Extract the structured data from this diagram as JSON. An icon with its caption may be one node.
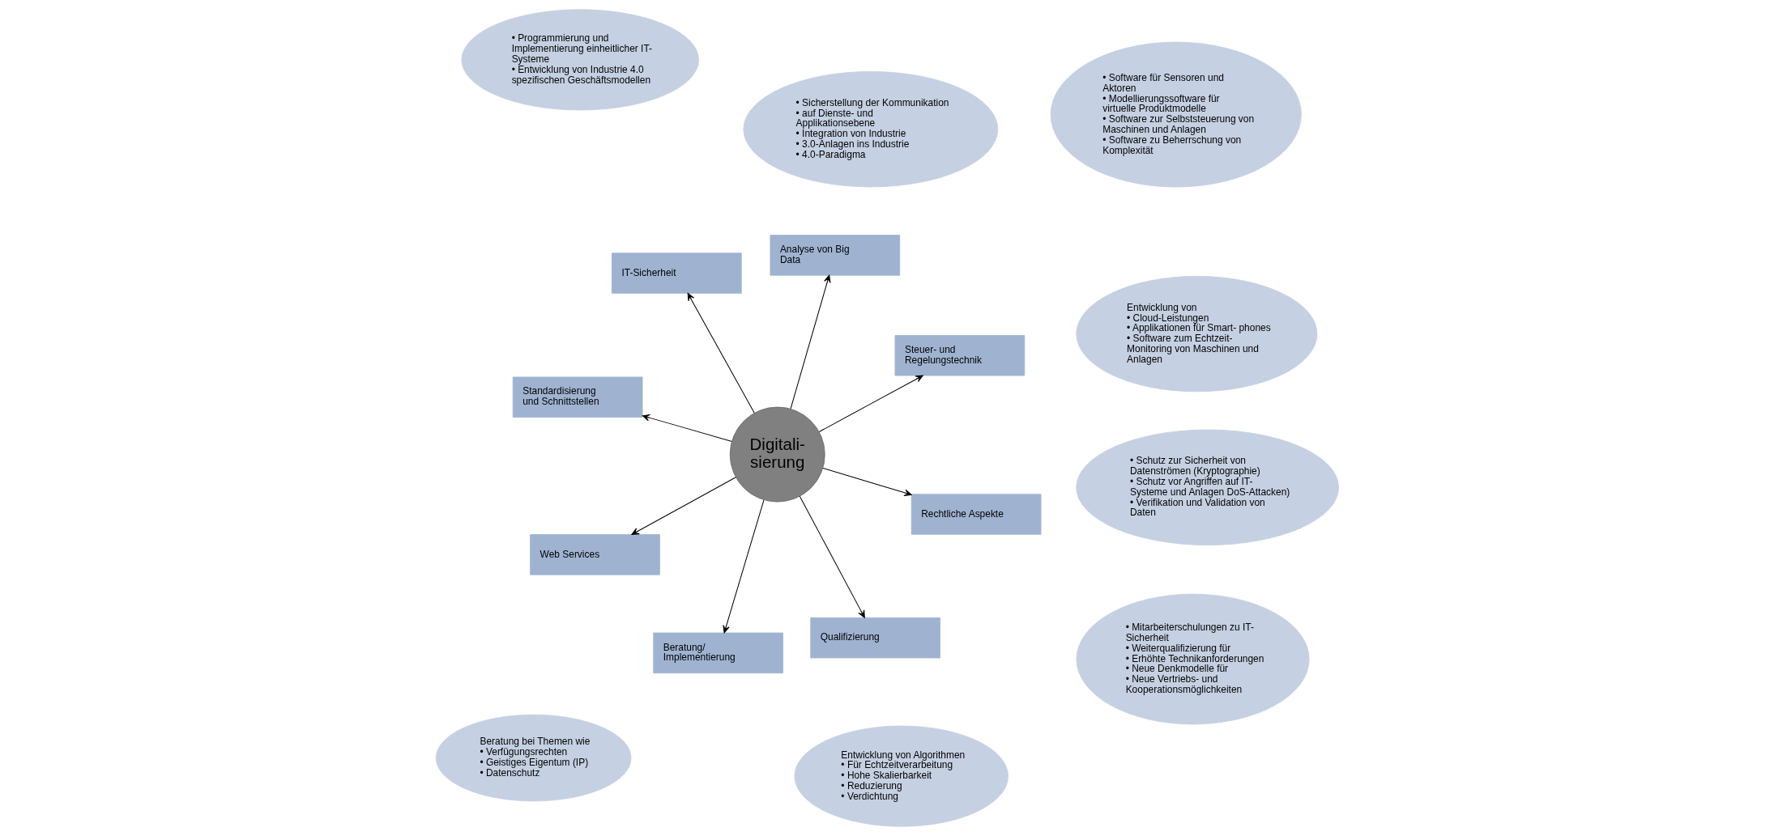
{
  "diagram": {
    "nodes": [
      {
        "text": [
          "• Software für Sensoren und Aktoren",
          "• Modellierungssoftware für virtuelle Produktmodelle",
          "• Software zur Selbststeuerung von Maschinen und Anlagen",
          "• Software zu Beherrschung von Komplexität"
        ]
      },
      {
        "text": [
          "• Sicherstellung der Kommunikation",
          "• auf Dienste- und Applikationsebene",
          "• Integration von Industrie",
          "• 3.0-Anlagen ins Industrie",
          "• 4.0-Paradigma"
        ]
      },
      {
        "text": [
          "• Mitarbeiterschulungen zu IT-Sicherheit",
          "• Weiterqualifizierung für",
          "• Erhöhte Technikanforderungen",
          "• Neue Denkmodelle für",
          "• Neue Vertriebs- und Kooperationsmöglichkeiten"
        ]
      },
      {
        "text": [
          "Standardisierung und Schnittstellen"
        ]
      },
      {
        "text": [
          "Steuer- und Regelungstechnik"
        ]
      },
      {
        "text": [
          "Qualifizierung"
        ]
      },
      {
        "text": [
          "Entwicklung von Algorithmen",
          "• Für Echtzeitverarbeitung",
          "• Hohe Skalierbarkeit",
          "• Reduzierung",
          "• Verdichtung"
        ]
      },
      {
        "text": [
          "• Schutz zur Sicherheit von Datenströmen (Kryptographie)",
          "• Schutz vor Angriffen auf IT-Systeme und Anlagen DoS-Attacken)",
          "• Verifikation und Validation von Daten"
        ]
      },
      {
        "text": [
          "Analyse von Big Data"
        ]
      },
      {
        "text": [
          "Digitali- sierung"
        ]
      },
      {
        "text": [
          "IT-Sicherheit"
        ]
      },
      {
        "text": [
          "Web Services"
        ]
      },
      {
        "text": [
          "Rechtliche Aspekte"
        ]
      },
      {
        "text": [
          "Beratung/ Implementierung"
        ]
      },
      {
        "text": [
          "Entwicklung von",
          "• Cloud-Leistungen",
          "• Applikationen für Smart- phones",
          "• Software zum Echtzeit- Monitoring von Maschinen und Anlagen"
        ]
      },
      {
        "text": [
          "Beratung bei Themen wie",
          "• Verfügungsrechten",
          "• Geistiges Eigentum (IP)",
          "• Datenschutz"
        ]
      },
      {
        "text": [
          "• Programmierung und Implementierung einheitlicher IT-Systeme",
          "• Entwicklung von Industrie 4.0 spezifischen Geschäftsmodellen"
        ]
      }
    ],
    "edges": [
      {
        "from": 9,
        "to": 3,
        "arrow": "to"
      },
      {
        "from": 9,
        "to": 4,
        "arrow": "to"
      },
      {
        "from": 9,
        "to": 5,
        "arrow": "to"
      },
      {
        "from": 9,
        "to": 8,
        "arrow": "to"
      },
      {
        "from": 9,
        "to": 10,
        "arrow": "to"
      },
      {
        "from": 9,
        "to": 11,
        "arrow": "to"
      },
      {
        "from": 9,
        "to": 12,
        "arrow": "to"
      },
      {
        "from": 9,
        "to": 13,
        "arrow": "to"
      }
    ]
  }
}
